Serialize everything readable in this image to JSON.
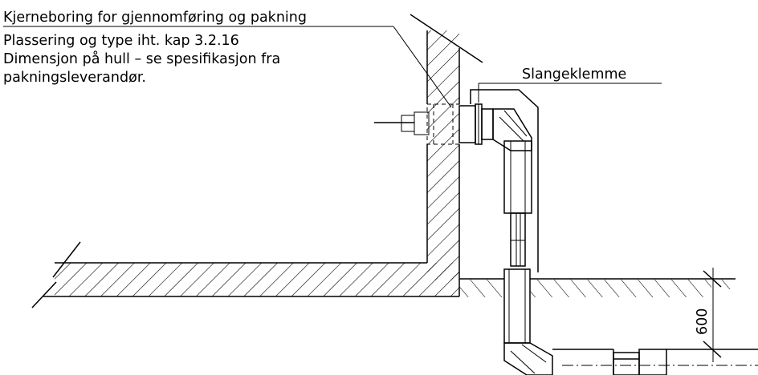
{
  "labels": {
    "core_drilling": "Kjerneboring for gjennomføring og pakning",
    "note_line1": "Plassering og type iht. kap 3.2.16",
    "note_line2": "Dimensjon på hull – se spesifikasjon fra",
    "note_line3": "pakningsleverandør.",
    "hose_clamp": "Slangeklemme",
    "depth_dimension": "600"
  }
}
